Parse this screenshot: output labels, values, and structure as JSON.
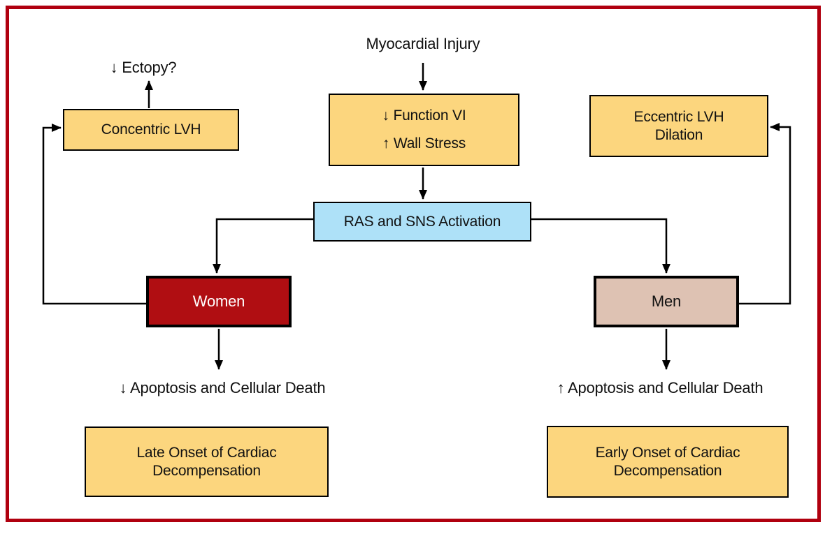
{
  "diagram": {
    "title": "Myocardial Injury",
    "labels": {
      "ectopy": "↓ Ectopy?",
      "apoptosis_left": "↓ Apoptosis and Cellular Death",
      "apoptosis_right": "↑ Apoptosis and Cellular Death"
    },
    "boxes": {
      "function_wall_stress": {
        "line1": "↓ Function VI",
        "line2": "↑ Wall Stress"
      },
      "concentric": {
        "label": "Concentric LVH"
      },
      "eccentric": {
        "line1": "Eccentric LVH",
        "line2": "Dilation"
      },
      "ras": {
        "label": "RAS and SNS Activation"
      },
      "women": {
        "label": "Women"
      },
      "men": {
        "label": "Men"
      },
      "late_onset": {
        "line1": "Late Onset of Cardiac",
        "line2": "Decompensation"
      },
      "early_onset": {
        "line1": "Early Onset of Cardiac",
        "line2": "Decompensation"
      }
    },
    "colors": {
      "box_yellow": "#fcd67e",
      "box_blue": "#aee1f8",
      "box_red": "#b00e12",
      "box_tan": "#dec2b3",
      "frame_red": "#b0000f",
      "line_black": "#000000",
      "text_on_red": "#ffffff"
    }
  }
}
